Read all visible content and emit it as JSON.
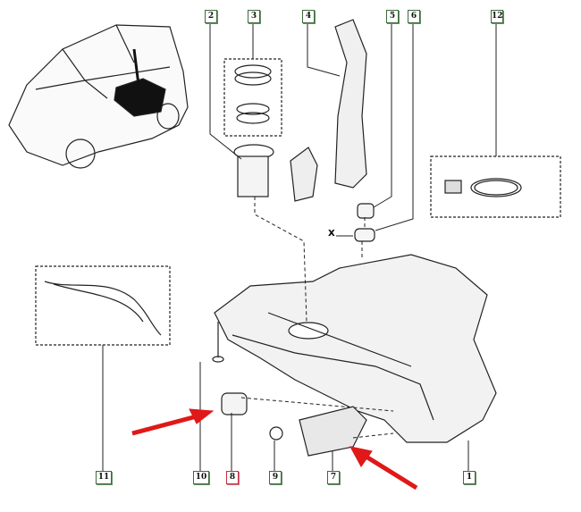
{
  "diagram": {
    "callouts": {
      "c1": "1",
      "c2": "2",
      "c3": "3",
      "c4": "4",
      "c5": "5",
      "c6": "6",
      "c7": "7",
      "c8": "8",
      "c9": "9",
      "c10": "10",
      "c11": "11",
      "c12": "12"
    },
    "dimension_label": "X",
    "highlighted_callout": "8",
    "colors": {
      "callout_border": "#3d6b3d",
      "highlight": "#c03040",
      "arrow": "#e01818"
    }
  }
}
